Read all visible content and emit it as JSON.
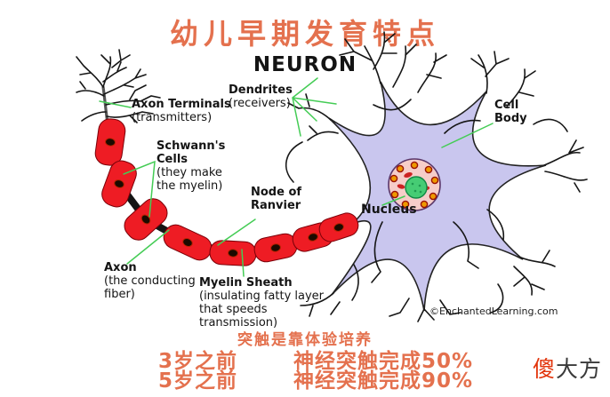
{
  "title": "幼儿早期发育特点",
  "diagram": {
    "heading": "NEURON",
    "copyright": "©EnchantedLearning.com",
    "labels": {
      "dendrites": {
        "name": "Dendrites",
        "desc": "(receivers)"
      },
      "axon_terminals": {
        "name": "Axon Terminals",
        "desc": "(transmitters)"
      },
      "schwanns_cells": {
        "name": "Schwann's Cells",
        "desc": "(they make the myelin)"
      },
      "node_of_ranvier": {
        "name": "Node of Ranvier"
      },
      "axon": {
        "name": "Axon",
        "desc": "(the conducting fiber)"
      },
      "myelin_sheath": {
        "name": "Myelin Sheath",
        "desc": "(insulating fatty layer that speeds transmission)"
      },
      "cell_body": {
        "name": "Cell Body"
      },
      "nucleus": {
        "name": "Nucleus"
      }
    }
  },
  "caption": {
    "line1": "突触是靠体验培养",
    "rows": [
      {
        "age": "3岁之前",
        "fact": "神经突触完成50%"
      },
      {
        "age": "5岁之前",
        "fact": "神经突触完成90%"
      }
    ]
  },
  "watermark": {
    "first": "傻",
    "rest": "大方"
  },
  "colors": {
    "accent_orange": "#e4714e",
    "myelin_red": "#ee1c24",
    "cell_lavender": "#c9c6ee",
    "nucleus_green": "#46cc74",
    "leader_green": "#44cc55"
  }
}
